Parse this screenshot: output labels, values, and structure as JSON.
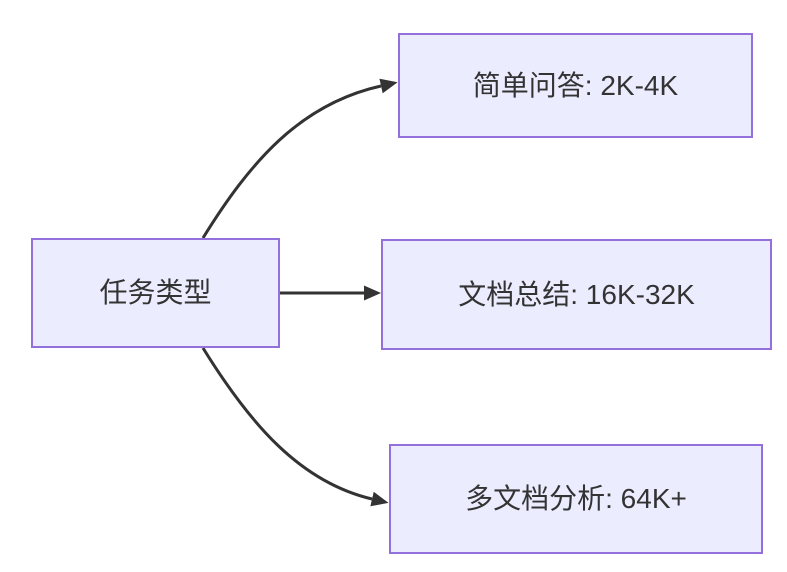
{
  "theme": {
    "background": "#ffffff",
    "node_fill": "#ececff",
    "node_border": "#9370db",
    "edge_color": "#333333",
    "text_color": "#333333"
  },
  "diagram": {
    "type": "flowchart",
    "direction": "left-to-right",
    "root": {
      "id": "task-type",
      "label": "任务类型"
    },
    "branches": [
      {
        "id": "simple-qa",
        "label": "简单问答: 2K-4K"
      },
      {
        "id": "doc-summary",
        "label": "文档总结: 16K-32K"
      },
      {
        "id": "multi-doc-analysis",
        "label": "多文档分析: 64K+"
      }
    ],
    "edges": [
      {
        "from": "task-type",
        "to": "simple-qa"
      },
      {
        "from": "task-type",
        "to": "doc-summary"
      },
      {
        "from": "task-type",
        "to": "multi-doc-analysis"
      }
    ]
  }
}
